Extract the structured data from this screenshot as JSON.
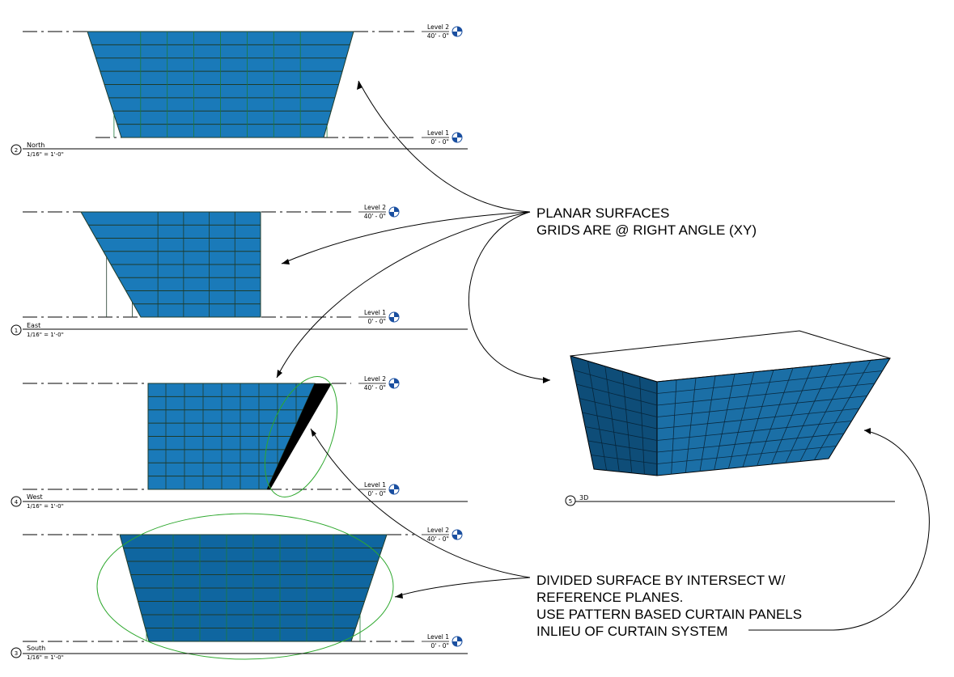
{
  "colors": {
    "panel": "#1a7ab9",
    "panel_dark": "#0f5f93",
    "mullion": "#1f3b2a",
    "ellipse": "#2ea82e",
    "ink": "#000000"
  },
  "levels": {
    "upper": {
      "name": "Level 2",
      "elevation": "40' - 0\""
    },
    "lower": {
      "name": "Level 1",
      "elevation": "0' - 0\""
    }
  },
  "views": [
    {
      "id": "north",
      "number": "2",
      "title": "North",
      "scale": "1/16\" = 1'-0\""
    },
    {
      "id": "east",
      "number": "1",
      "title": "East",
      "scale": "1/16\" = 1'-0\""
    },
    {
      "id": "west",
      "number": "4",
      "title": "West",
      "scale": "1/16\" = 1'-0\""
    },
    {
      "id": "south",
      "number": "3",
      "title": "South",
      "scale": "1/16\" = 1'-0\""
    },
    {
      "id": "3d",
      "number": "5",
      "title": "3D",
      "scale": ""
    }
  ],
  "notes": {
    "planar": [
      "PLANAR SURFACES",
      "GRIDS ARE @ RIGHT ANGLE (XY)"
    ],
    "divided": [
      "DIVIDED SURFACE BY INTERSECT W/",
      "REFERENCE PLANES.",
      "USE PATTERN BASED CURTAIN PANELS",
      "INLIEU OF CURTAIN SYSTEM"
    ]
  },
  "icons": [
    "level-marker-icon",
    "view-number-bubble-icon",
    "leader-arrow-icon"
  ]
}
